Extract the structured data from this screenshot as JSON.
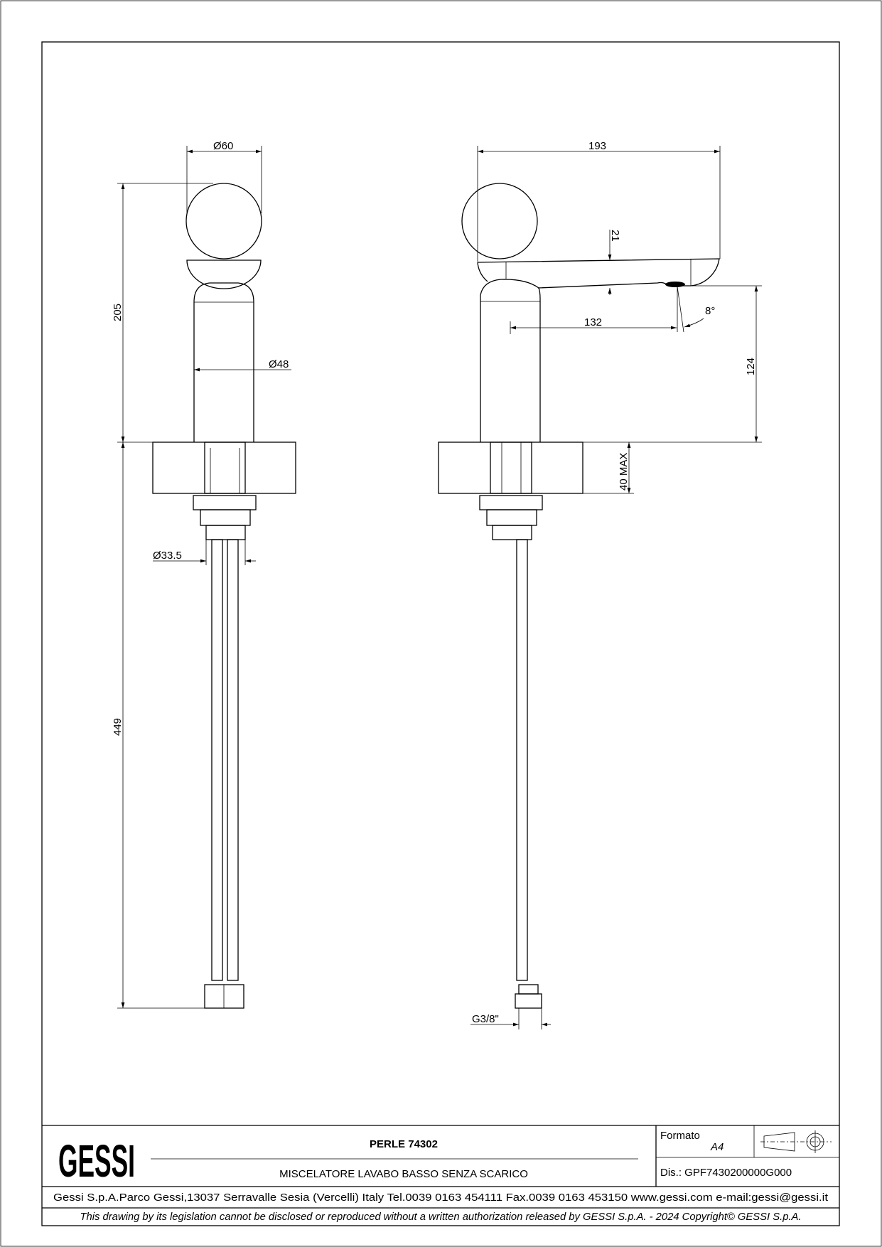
{
  "dimensions": {
    "front": {
      "ball_diameter": "Ø60",
      "body_diameter": "Ø48",
      "pipe_diameter": "Ø33.5",
      "height_above": "205",
      "hose_length": "449"
    },
    "side": {
      "overall_length": "193",
      "spout_thickness": "21",
      "spout_reach": "132",
      "spout_angle": "8°",
      "spout_height": "124",
      "max_deck": "40 MAX",
      "thread": "G3/8\""
    }
  },
  "title_block": {
    "logo": "GESSI",
    "product": "PERLE 74302",
    "description": "MISCELATORE LAVABO BASSO SENZA SCARICO",
    "format_label": "Formato",
    "format_value": "A4",
    "drawing_number": "Dis.: GPF7430200000G000",
    "company_info": "Gessi S.p.A.Parco Gessi,13037 Serravalle Sesia (Vercelli) Italy Tel.0039 0163 454111 Fax.0039 0163 453150 www.gessi.com e-mail:gessi@gessi.it",
    "disclaimer": "This drawing by its legislation cannot be disclosed or reproduced without a written authorization released by GESSI S.p.A. - 2024 Copyright© GESSI S.p.A."
  }
}
